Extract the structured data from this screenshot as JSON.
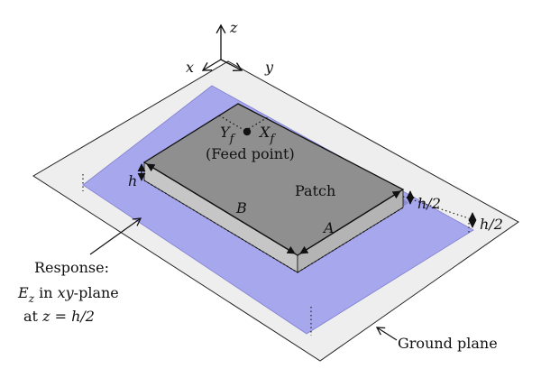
{
  "axes": {
    "z": "z",
    "x": "x",
    "y": "y"
  },
  "feed": {
    "y_label": "Y",
    "x_label": "X",
    "subscript": "f",
    "caption": "(Feed point)"
  },
  "patch": {
    "label": "Patch",
    "side_a": "A",
    "side_b": "B"
  },
  "dimensions": {
    "h": "h",
    "half_h": "h/2"
  },
  "response": {
    "line1": "Response:",
    "line2": {
      "field": "E",
      "sub": "z",
      "plane_prefix": " in ",
      "plane": "xy",
      "plane_suffix": "-plane"
    },
    "line3": {
      "prefix": "at ",
      "var": "z",
      "eq": " = ",
      "val": "h/2"
    }
  },
  "ground_plane": "Ground plane",
  "colors": {
    "ground": "#eeeeee",
    "response_plane": "#a7a7ee",
    "patch_top": "#8f8f8f",
    "patch_side": "#c6c6c6",
    "patch_shadow": "#8080c0",
    "outline": "#111111"
  }
}
